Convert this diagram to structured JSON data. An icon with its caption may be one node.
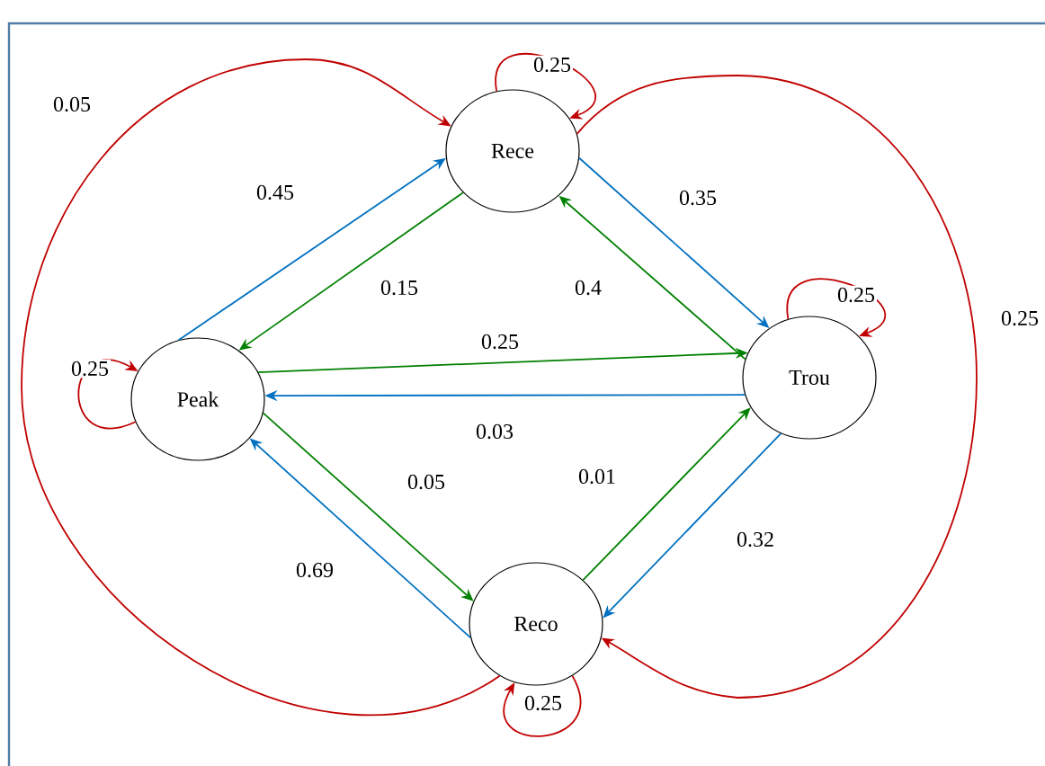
{
  "diagram": {
    "nodes": [
      {
        "text": [
          "Rece"
        ]
      },
      {
        "text": [
          "Peak"
        ]
      },
      {
        "text": [
          "Trou"
        ]
      },
      {
        "text": [
          "Reco"
        ]
      }
    ],
    "edges": [
      {
        "from": 1,
        "to": 0,
        "arrow": "to",
        "label": "0.45",
        "color": "#0070c0"
      },
      {
        "from": 0,
        "to": 1,
        "arrow": "to",
        "label": "0.15",
        "color": "#008000"
      },
      {
        "from": 0,
        "to": 2,
        "arrow": "to",
        "label": "0.35",
        "color": "#0070c0"
      },
      {
        "from": 2,
        "to": 0,
        "arrow": "to",
        "label": "0.4",
        "color": "#008000"
      },
      {
        "from": 1,
        "to": 2,
        "arrow": "to",
        "label": "0.25",
        "color": "#008000"
      },
      {
        "from": 2,
        "to": 1,
        "arrow": "to",
        "label": "0.03",
        "color": "#0070c0"
      },
      {
        "from": 1,
        "to": 3,
        "arrow": "to",
        "label": "0.05",
        "color": "#008000"
      },
      {
        "from": 3,
        "to": 1,
        "arrow": "to",
        "label": "0.69",
        "color": "#0070c0"
      },
      {
        "from": 3,
        "to": 2,
        "arrow": "to",
        "label": "0.01",
        "color": "#008000"
      },
      {
        "from": 2,
        "to": 3,
        "arrow": "to",
        "label": "0.32",
        "color": "#0070c0"
      },
      {
        "from": 3,
        "to": 0,
        "arrow": "to",
        "label": "0.05",
        "color": "#c00000"
      },
      {
        "from": 0,
        "to": 3,
        "arrow": "to",
        "label": "0.25",
        "color": "#c00000"
      },
      {
        "from": 0,
        "to": 0,
        "arrow": "to",
        "label": "0.25",
        "color": "#c00000"
      },
      {
        "from": 1,
        "to": 1,
        "arrow": "to",
        "label": "0.25",
        "color": "#c00000"
      },
      {
        "from": 2,
        "to": 2,
        "arrow": "to",
        "label": "0.25",
        "color": "#c00000"
      },
      {
        "from": 3,
        "to": 3,
        "arrow": "to",
        "label": "0.25",
        "color": "#c00000"
      }
    ]
  }
}
